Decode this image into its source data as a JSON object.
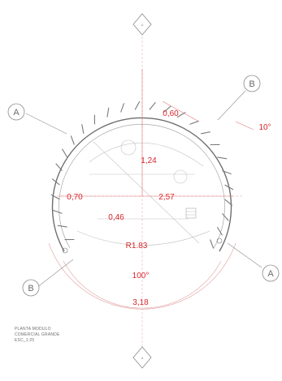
{
  "section_marks": {
    "a_left": "A",
    "a_right": "A",
    "b_top": "B",
    "b_bottom": "B",
    "axis_top": "A",
    "axis_bottom": "A"
  },
  "dimensions": {
    "d060": "0,60",
    "d124": "1,24",
    "d070": "0,70",
    "d257": "2,57",
    "d046": "0,46",
    "radius": "R1.83",
    "angle_opening": "100°",
    "angle_rib": "10°",
    "width": "3,18"
  },
  "caption": {
    "line1": "PLANTA MODULO",
    "line2": "COMERCIAL GRANDE",
    "line3": "ESC_1:25"
  },
  "colors": {
    "annotation": "#d9262a",
    "linework": "#7a7a7a",
    "light_linework": "#bdbdbd"
  }
}
